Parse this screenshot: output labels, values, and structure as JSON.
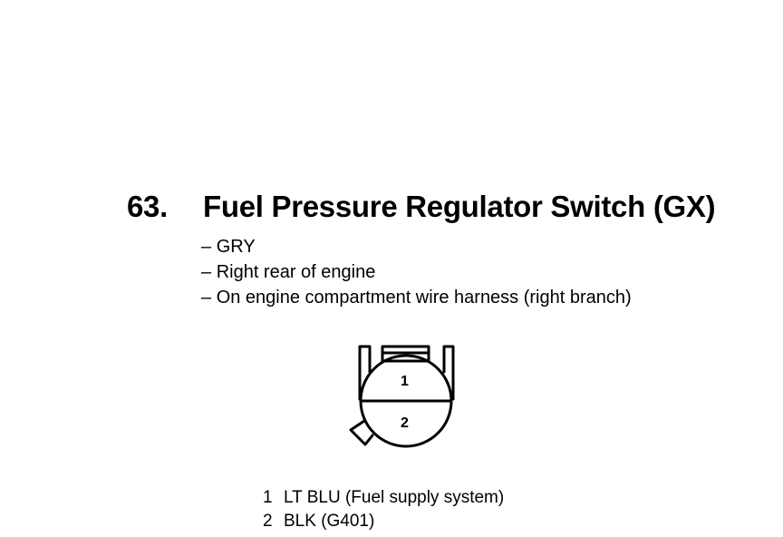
{
  "component": {
    "number": "63.",
    "title": "Fuel Pressure Regulator Switch (GX)",
    "details": [
      "GRY",
      "Right rear of engine",
      "On engine compartment wire harness (right branch)"
    ]
  },
  "connector": {
    "cavity_labels": [
      "1",
      "2"
    ],
    "pins": [
      {
        "pin": "1",
        "wire": "LT BLU (Fuel supply system)"
      },
      {
        "pin": "2",
        "wire": "BLK (G401)"
      }
    ]
  }
}
